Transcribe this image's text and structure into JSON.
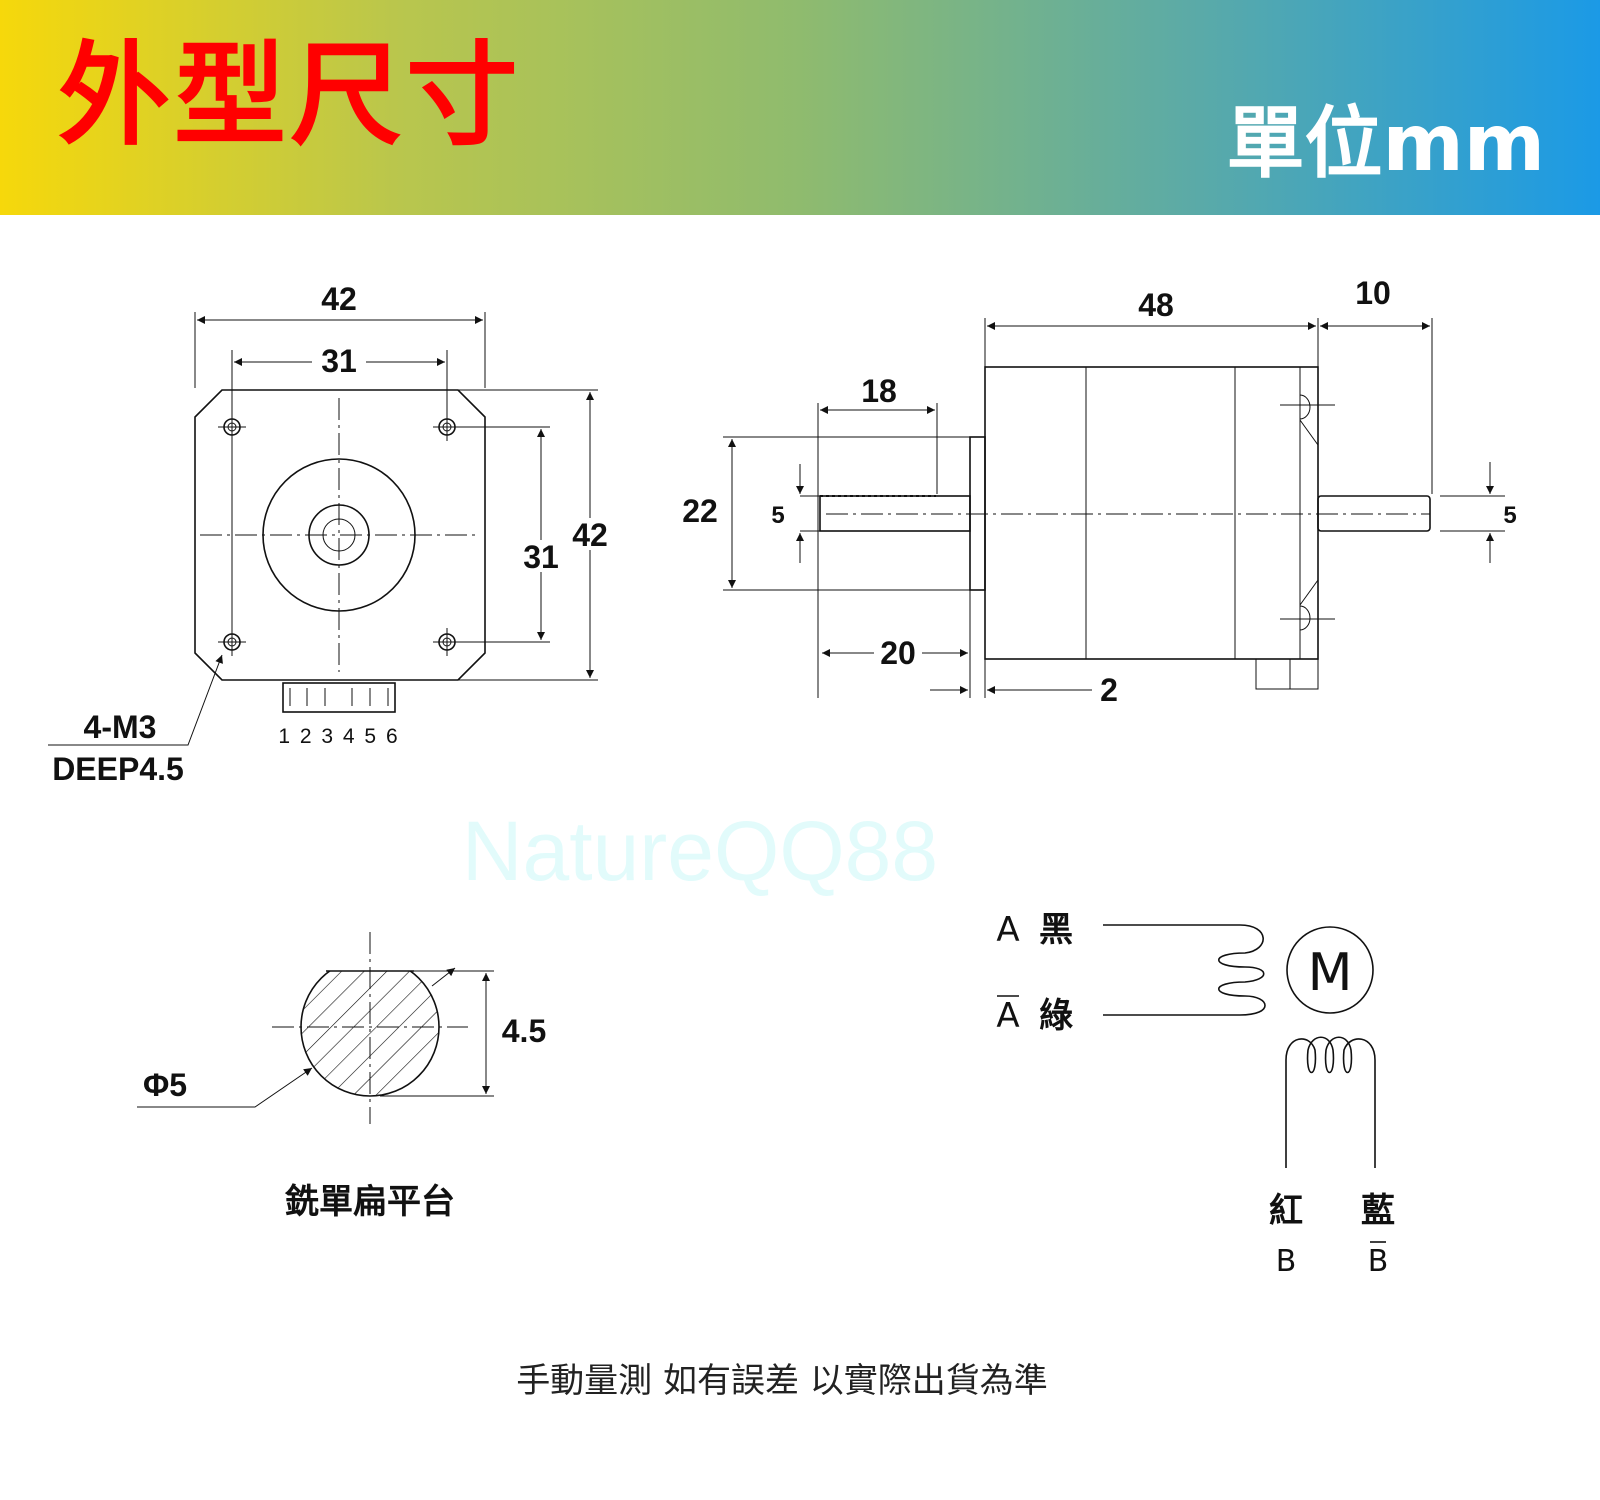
{
  "header": {
    "title": "外型尺寸",
    "unit": "單位mm"
  },
  "watermark": "NatureQQ88",
  "front_view": {
    "width_outer": "42",
    "width_holes": "31",
    "height_holes": "31",
    "height_outer": "42",
    "pins": "1 2 3 4 5 6",
    "hole_spec_line1": "4-M3",
    "hole_spec_line2": "DEEP4.5"
  },
  "side_view": {
    "body_length": "48",
    "rear_shaft": "10",
    "key_length": "18",
    "boss_dia": "22",
    "shaft_dia_front": "5",
    "shaft_dia_rear": "5",
    "shaft_length": "20",
    "boss_height": "2"
  },
  "shaft_section": {
    "diameter": "Φ5",
    "flat": "4.5",
    "caption": "銑單扁平台"
  },
  "wiring": {
    "a_label": "A",
    "a_color": "黑",
    "a_bar_label": "A",
    "a_bar_color": "綠",
    "motor": "M",
    "b_color": "紅",
    "b_label": "B",
    "b_bar_color": "藍",
    "b_bar_label": "B"
  },
  "footer": "手動量測 如有誤差 以實際出貨為準"
}
